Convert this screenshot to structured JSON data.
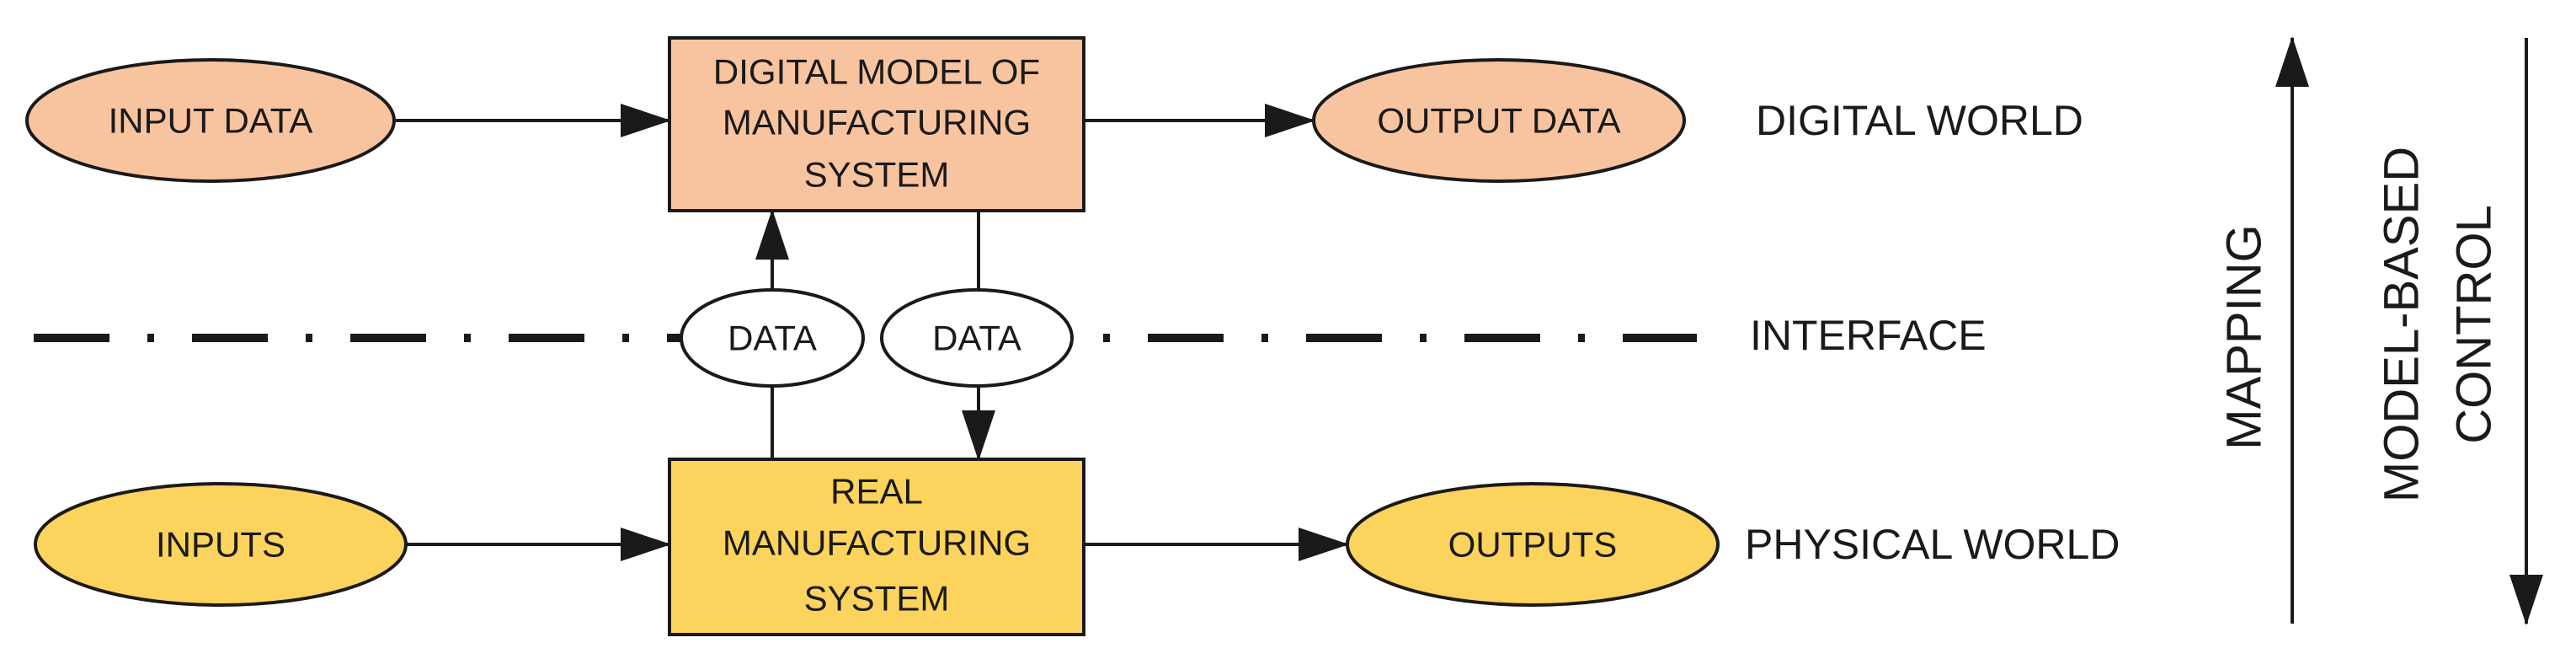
{
  "colors": {
    "digital_fill": "#f8c4a0",
    "physical_fill": "#fcd35c",
    "interface_fill": "#ffffff",
    "stroke": "#1a1a1a"
  },
  "digital": {
    "input": "INPUT DATA",
    "model_lines": [
      "DIGITAL MODEL OF",
      "MANUFACTURING",
      "SYSTEM"
    ],
    "output": "OUTPUT DATA",
    "label": "DIGITAL WORLD"
  },
  "interface": {
    "data_left": "DATA",
    "data_right": "DATA",
    "label": "INTERFACE"
  },
  "physical": {
    "input": "INPUTS",
    "system_lines": [
      "REAL",
      "MANUFACTURING",
      "SYSTEM"
    ],
    "output": "OUTPUTS",
    "label": "PHYSICAL WORLD"
  },
  "mapping": {
    "label": "MAPPING",
    "direction": "up"
  },
  "control": {
    "label_lines": [
      "MODEL-BASED",
      "CONTROL"
    ],
    "direction": "down"
  }
}
